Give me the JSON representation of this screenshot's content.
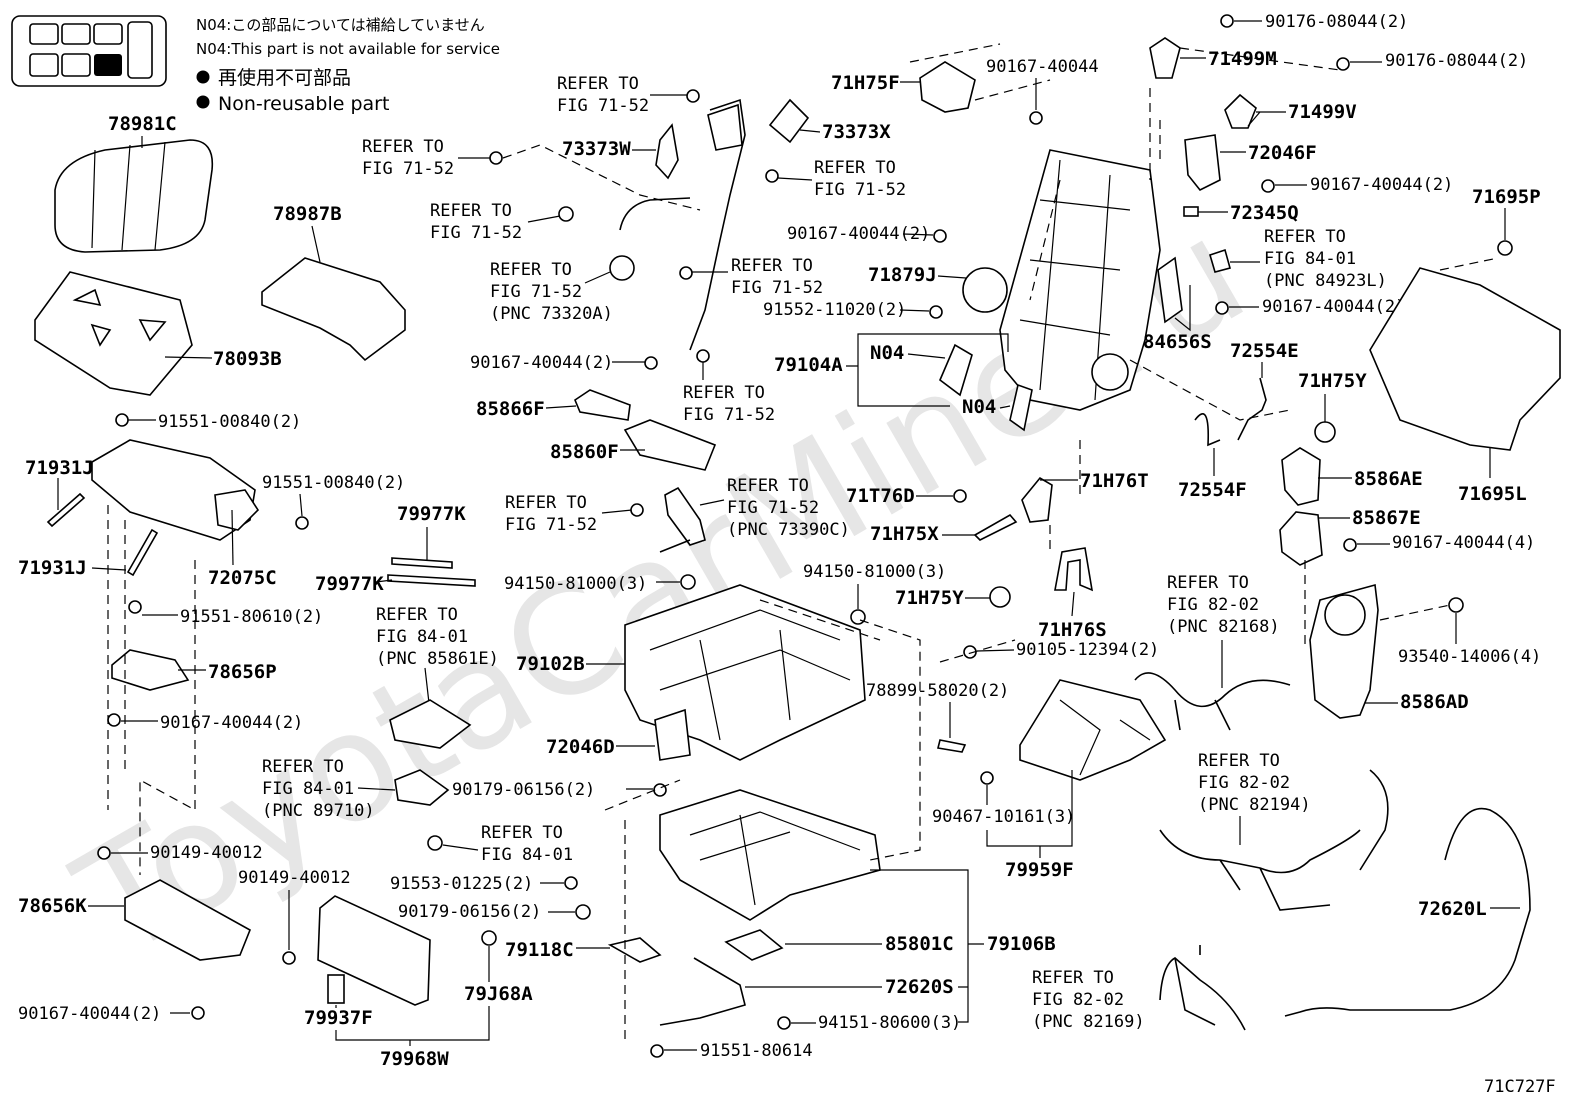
{
  "notes": {
    "jp_not_available": "N04:この部品については補給していません",
    "en_not_available": "N04:This part is not available for service",
    "jp_non_reusable": "再使用不可部品",
    "en_non_reusable": "Non-reusable part"
  },
  "watermark": "ToyotaCarMine.ru",
  "figure_code": "71C727F",
  "labels": {
    "p78981C": "78981C",
    "p78987B": "78987B",
    "p78093B": "78093B",
    "p91551_00840_a": "91551-00840(2)",
    "p91551_00840_b": "91551-00840(2)",
    "p71931J_a": "71931J",
    "p71931J_b": "71931J",
    "p72075C": "72075C",
    "p91551_80610": "91551-80610(2)",
    "p78656P": "78656P",
    "p90167_40044_l": "90167-40044(2)",
    "p90149_40012_a": "90149-40012",
    "p90149_40012_b": "90149-40012",
    "p78656K": "78656K",
    "p90167_40044_bl": "90167-40044(2)",
    "p79937F": "79937F",
    "p79968W": "79968W",
    "p79J68A": "79J68A",
    "p79977K_a": "79977K",
    "p79977K_b": "79977K",
    "p73373W": "73373W",
    "p73373X": "73373X",
    "p90167_40044_m": "90167-40044(2)",
    "p85866F": "85866F",
    "p85860F": "85860F",
    "p94150_81000_a": "94150-81000(3)",
    "p94150_81000_b": "94150-81000(3)",
    "p79102B": "79102B",
    "p72046D": "72046D",
    "p90179_06156_a": "90179-06156(2)",
    "p91553_01225": "91553-01225(2)",
    "p90179_06156_b": "90179-06156(2)",
    "p79118C": "79118C",
    "p85801C": "85801C",
    "p79106B": "79106B",
    "p72620S": "72620S",
    "p94151_80600": "94151-80600(3)",
    "p91551_80614": "91551-80614",
    "p71H75F": "71H75F",
    "p90167_40044_t": "90167-40044",
    "p90167_40044_c": "90167-40044(2)",
    "p71879J": "71879J",
    "p91552_11020": "91552-11020(2)",
    "p79104A": "79104A",
    "pN04_a": "N04",
    "pN04_b": "N04",
    "p71T76D": "71T76D",
    "p71H75X": "71H75X",
    "p71H76T": "71H76T",
    "p71H75Y_a": "71H75Y",
    "p71H76S": "71H76S",
    "p90105_12394": "90105-12394(2)",
    "p78899_58020": "78899-58020(2)",
    "p90467_10161": "90467-10161(3)",
    "p79959F": "79959F",
    "p90176_08044_a": "90176-08044(2)",
    "p71499M": "71499M",
    "p90176_08044_b": "90176-08044(2)",
    "p71499V": "71499V",
    "p72046F": "72046F",
    "p90167_40044_r1": "90167-40044(2)",
    "p72345Q": "72345Q",
    "p90167_40044_r2": "90167-40044(2)",
    "p84656S": "84656S",
    "p72554E": "72554E",
    "p72554F": "72554F",
    "p71H75Y_b": "71H75Y",
    "p8586AE": "8586AE",
    "p85867E": "85867E",
    "p90167_40044_r3": "90167-40044(4)",
    "p71695P": "71695P",
    "p71695L": "71695L",
    "p93540_14006": "93540-14006(4)",
    "p8586AD": "8586AD",
    "p72620L": "72620L"
  },
  "refs": {
    "r1_a": "REFER TO",
    "r1_b": "FIG 71-52",
    "r2_a": "REFER TO",
    "r2_b": "FIG 71-52",
    "r3_a": "REFER TO",
    "r3_b": "FIG 71-52",
    "r4_a": "REFER TO",
    "r4_b": "FIG 71-52",
    "r5_a": "REFER TO",
    "r5_b": "FIG 71-52",
    "r5_c": "(PNC 73320A)",
    "r6_a": "REFER TO",
    "r6_b": "FIG 71-52",
    "r7_a": "REFER TO",
    "r7_b": "FIG 71-52",
    "r8_a": "REFER TO",
    "r8_b": "FIG 71-52",
    "r9_a": "REFER TO",
    "r9_b": "FIG 71-52",
    "r9_c": "(PNC 73390C)",
    "r10_a": "REFER TO",
    "r10_b": "FIG 84-01",
    "r10_c": "(PNC 85861E)",
    "r11_a": "REFER TO",
    "r11_b": "FIG 84-01",
    "r11_c": "(PNC 89710)",
    "r12_a": "REFER TO",
    "r12_b": "FIG 84-01",
    "r13_a": "REFER TO",
    "r13_b": "FIG 84-01",
    "r13_c": "(PNC 84923L)",
    "r14_a": "REFER TO",
    "r14_b": "FIG 82-02",
    "r14_c": "(PNC 82168)",
    "r15_a": "REFER TO",
    "r15_b": "FIG 82-02",
    "r15_c": "(PNC 82194)",
    "r16_a": "REFER TO",
    "r16_b": "FIG 82-02",
    "r16_c": "(PNC 82169)"
  }
}
